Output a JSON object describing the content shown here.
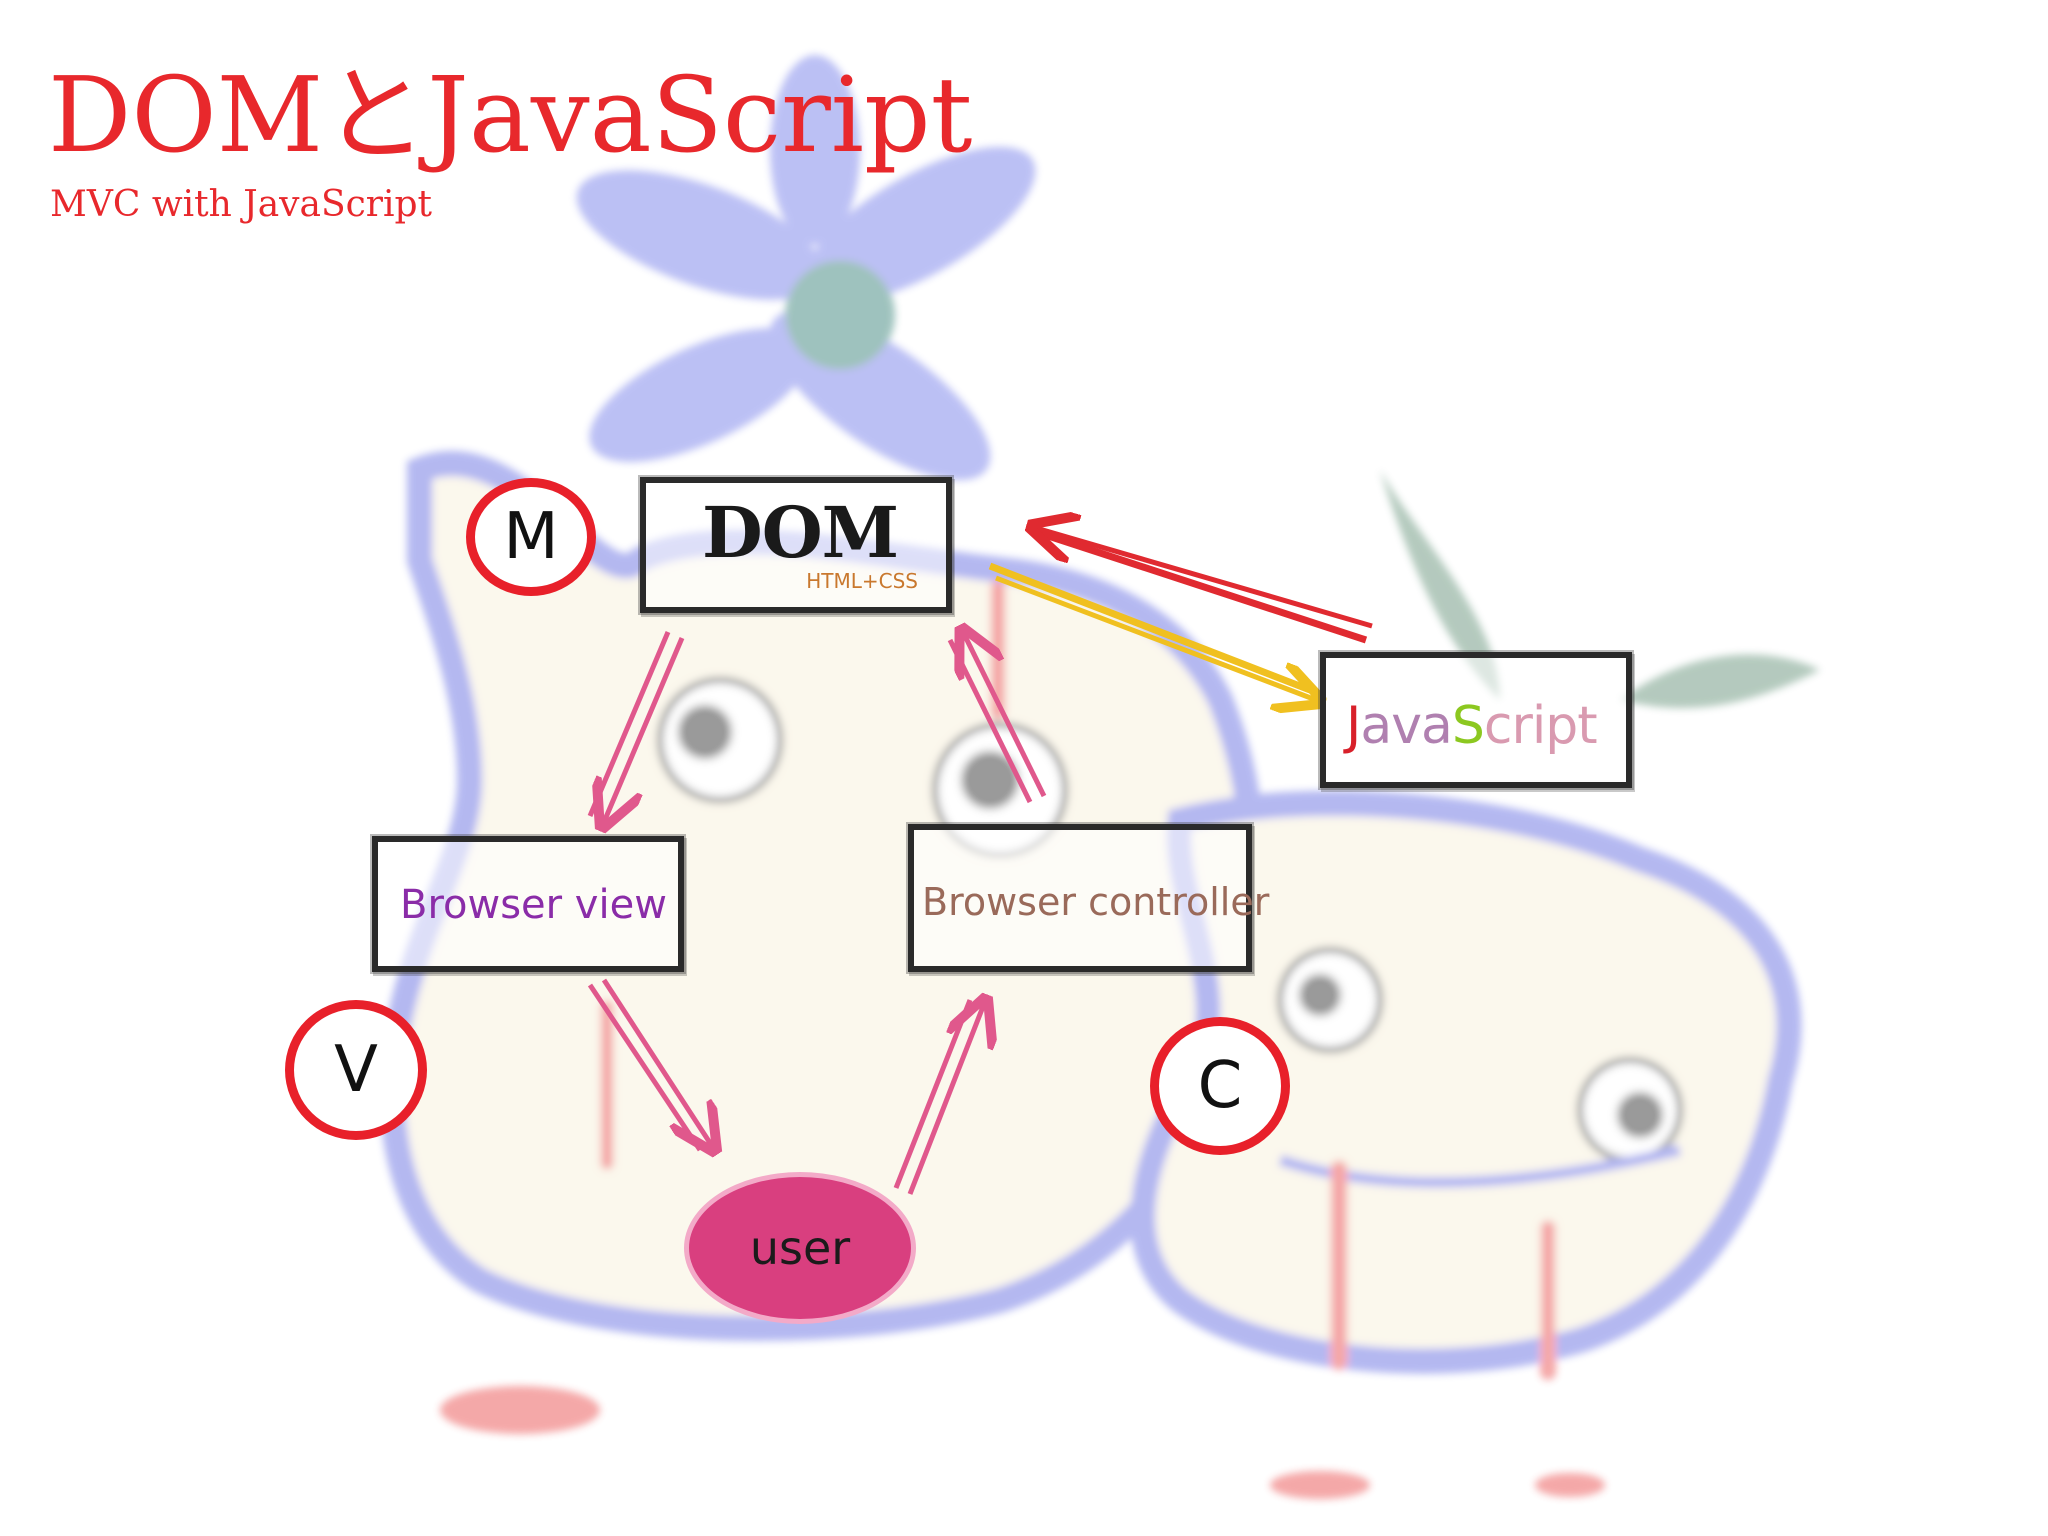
{
  "title": "DOMとJavaScript",
  "subtitle": "MVC with JavaScript",
  "nodes": {
    "dom": {
      "label": "DOM",
      "sub": "HTML+CSS"
    },
    "view": {
      "label": "Browser view"
    },
    "controller": {
      "label": "Browser controller"
    },
    "javascript": {
      "parts": [
        "J",
        "ava",
        "S",
        "cript"
      ]
    },
    "user": {
      "label": "user"
    }
  },
  "badges": {
    "m": "M",
    "v": "V",
    "c": "C"
  },
  "colors": {
    "title": "#e8282c",
    "badge_ring": "#e8202a",
    "arrow_pink": "#e0588c",
    "arrow_red": "#e02a30",
    "arrow_yellow": "#f0c020",
    "user_fill": "#d93f7f",
    "background_art": "#9aa6e8"
  }
}
